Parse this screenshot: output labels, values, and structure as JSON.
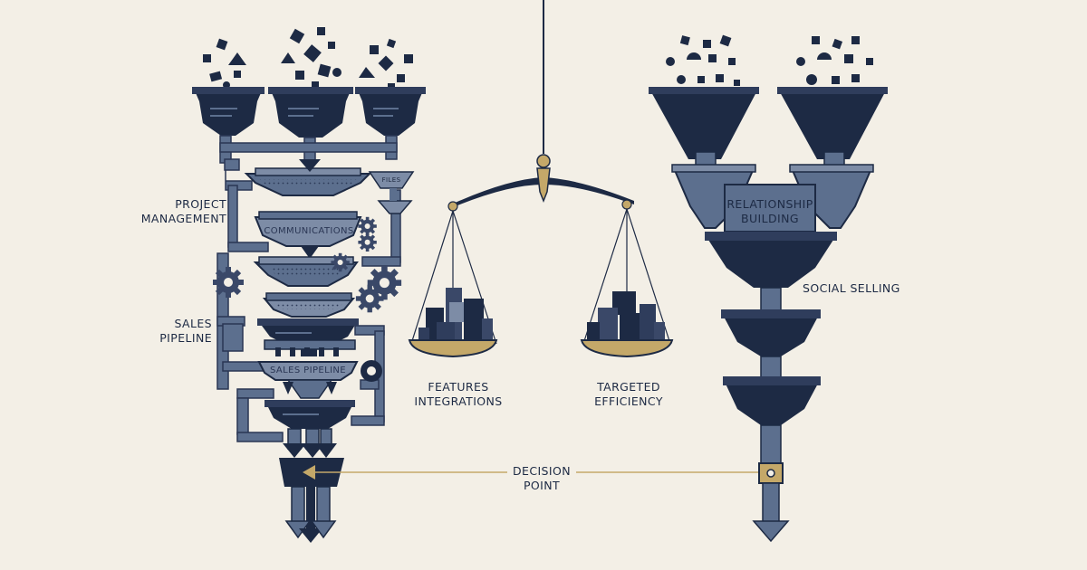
{
  "labels": {
    "project_management": [
      "PROJECT",
      "MANAGEMENT"
    ],
    "sales_pipeline_left": [
      "SALES",
      "PIPELINE"
    ],
    "communications": "COMMUNICATIONS",
    "files": "FILES",
    "sales_pipeline_band": "SALES PIPELINE",
    "features_integrations": [
      "FEATURES",
      "INTEGRATIONS"
    ],
    "targeted_efficiency": [
      "TARGETED",
      "EFFICIENCY"
    ],
    "decision_point": [
      "DECISION",
      "POINT"
    ],
    "relationship_building": [
      "RELATIONSHIP",
      "BUILDING"
    ],
    "social_selling": "SOCIAL SELLING"
  },
  "colors": {
    "background": "#f3efe6",
    "navy": "#1d2a44",
    "slate": "#5c6f8e",
    "slate_light": "#7d8ca6",
    "gold": "#c4a869"
  }
}
